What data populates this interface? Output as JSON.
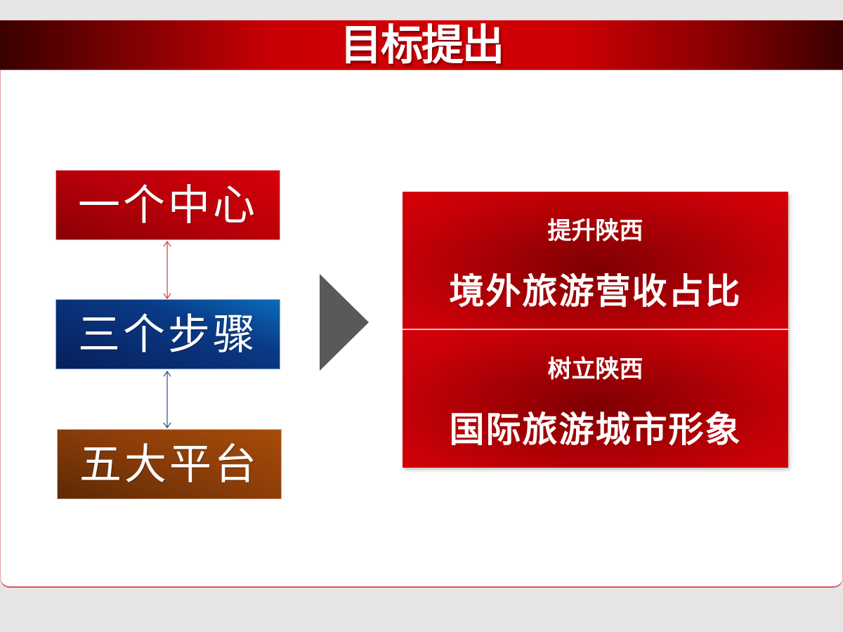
{
  "slide": {
    "title": "目标提出",
    "colors": {
      "background": "#e7e6e6",
      "accent_red": "#d20006",
      "accent_blue": "#0a3a86",
      "accent_brown": "#8a3c08",
      "arrow_gray": "#595959"
    }
  },
  "hierarchy": {
    "items": [
      {
        "label": "一个中心",
        "color": "#c00006"
      },
      {
        "label": "三个步骤",
        "color": "#0a3a86"
      },
      {
        "label": "五大平台",
        "color": "#8a3c08"
      }
    ],
    "connectors": [
      {
        "from": "一个中心",
        "to": "三个步骤",
        "style": "double-arrow",
        "color": "#d9363e"
      },
      {
        "from": "三个步骤",
        "to": "五大平台",
        "style": "double-arrow",
        "color": "#2a4a80"
      }
    ]
  },
  "arrow": {
    "icon": "triangle-right-icon"
  },
  "goals": [
    {
      "subtitle": "提升陕西",
      "main": "境外旅游营收占比"
    },
    {
      "subtitle": "树立陕西",
      "main": "国际旅游城市形象"
    }
  ]
}
